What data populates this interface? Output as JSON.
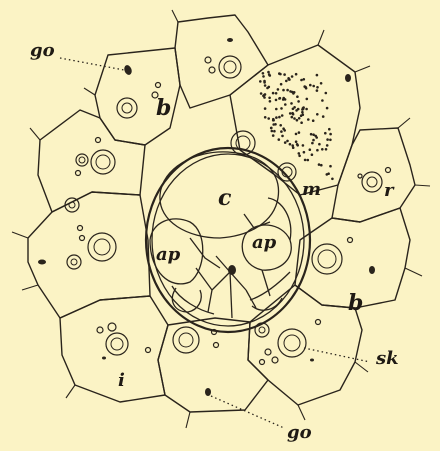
{
  "labels": {
    "go_top": "go",
    "go_bottom": "go",
    "b_upper": "b",
    "b_right": "b",
    "m": "m",
    "r": "r",
    "c": "c",
    "ap_left": "ap",
    "ap_right": "ap",
    "i": "i",
    "sk": "sk"
  }
}
